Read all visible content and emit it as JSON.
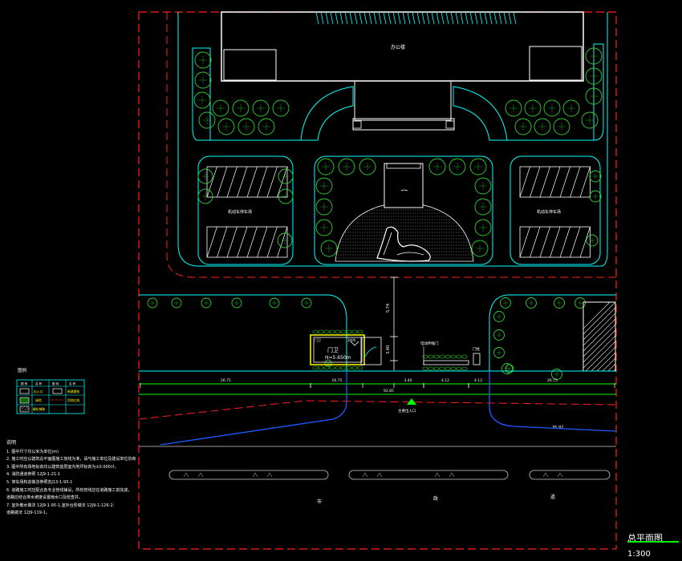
{
  "drawing": {
    "building_label": "办公楼",
    "parking_left_label": "机动车停车场",
    "parking_right_label": "机动车停车场",
    "guardhouse_name": "门卫",
    "guardhouse_elev": "H=5.650m",
    "small_label_guard_left": "门卫",
    "small_label_guard_right": "3000",
    "dim_vertical_1": "5.74",
    "dim_vertical_2": "3.40",
    "gate_label": "电动伸缩门",
    "gate_post_label": "门柱",
    "main_entrance_label": "主要出入口",
    "dims_bottom": [
      "26.75",
      "16.75",
      "3.40",
      "4.12",
      "4.12",
      "26.75"
    ],
    "dim_overall": "92.85",
    "dim_road_right": "35.97",
    "road_chars": [
      "市",
      "政",
      "道"
    ]
  },
  "legend": {
    "title": "图例",
    "rows": [
      {
        "sym1": "box-arrow",
        "name1": "出入口",
        "sym2": "box",
        "name2": "新建建筑"
      },
      {
        "sym1": "green-fill",
        "name1": "绿地",
        "sym2": "dashed",
        "name2": "用地红线"
      },
      {
        "sym1": "hatch",
        "name1": "硬化铺装",
        "sym2": "",
        "name2": ""
      }
    ]
  },
  "notes": {
    "title": "说明",
    "items": [
      "1. 图中尺寸均以米为单位(m)",
      "2. 施工时应以建筑总平面图施工放线为准，请与施工单位及建设单位协商",
      "3. 图中所有场地标高均以建筑首层室内地坪标高为±0.000计。",
      "4. 消防通道参照 12J9-1-21-1",
      "5. 停车场构造做法参照苏J13-1-93-1",
      "6. 道路施工时应配合各专业管线铺设，所有管线应在道路施工前完成，",
      "   道路应结合排水坡度设置雨水口及检查井。",
      "7. 室外散水做法 12J9-1-95-1,室外台阶做法 12J9-1-126-2;",
      "   道路做法 12J9-119-1。"
    ]
  },
  "title_block": {
    "title": "总平面图",
    "scale": "1:300"
  },
  "colors": {
    "redline": "#ff2020",
    "cyan": "#00ffff",
    "white": "#ffffff",
    "green": "#00cc00",
    "yellow": "#ffff00",
    "blue": "#1e5aff",
    "grey": "#9a9a9a"
  }
}
